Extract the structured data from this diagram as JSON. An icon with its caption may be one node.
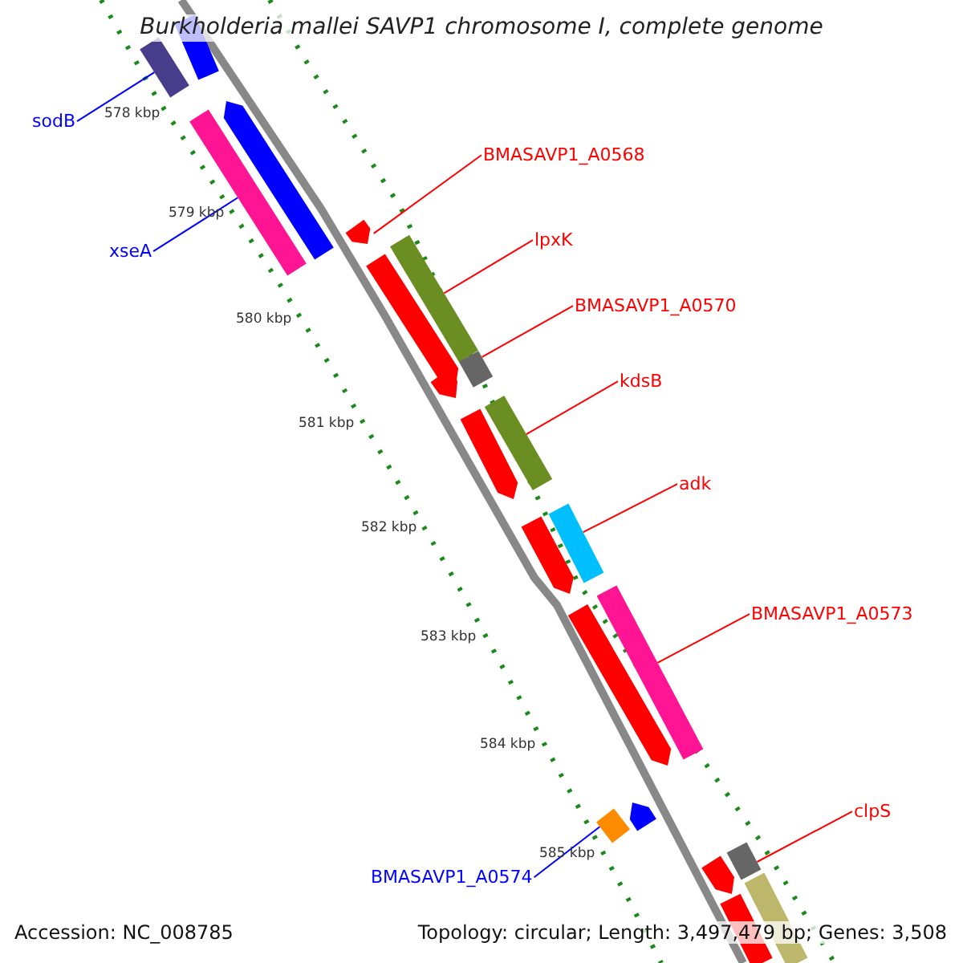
{
  "diagram": {
    "title": "Burkholderia mallei SAVP1 chromosome I, complete genome",
    "nodes": [
      {
        "text": [
          "sodB"
        ]
      },
      {
        "text": [
          "xseA"
        ]
      },
      {
        "text": [
          "BMASAVP1_A0568"
        ]
      },
      {
        "text": [
          "lpxK"
        ]
      },
      {
        "text": [
          "BMASAVP1_A0570"
        ]
      },
      {
        "text": [
          "kdsB"
        ]
      },
      {
        "text": [
          "adk"
        ]
      },
      {
        "text": [
          "BMASAVP1_A0573"
        ]
      },
      {
        "text": [
          "clpS"
        ]
      },
      {
        "text": [
          "BMASAVP1_A0574"
        ]
      },
      {
        "text": [],
        "shape": "bar"
      },
      {
        "text": [],
        "shape": "bar"
      },
      {
        "text": [],
        "shape": "bar"
      },
      {
        "text": [],
        "shape": "bar"
      },
      {
        "text": [],
        "shape": "bar"
      },
      {
        "text": [],
        "shape": "bar"
      },
      {
        "text": [],
        "shape": "bar"
      },
      {
        "text": [],
        "shape": "bar"
      },
      {
        "text": [],
        "shape": "bar"
      },
      {
        "text": [],
        "shape": "bar"
      },
      {
        "text": [],
        "shape": "bar"
      },
      {
        "text": [],
        "shape": "bar"
      },
      {
        "text": [],
        "shape": "bar"
      },
      {
        "text": [],
        "shape": "bar"
      },
      {
        "text": [],
        "shape": "bar"
      },
      {
        "text": [],
        "shape": "bar"
      },
      {
        "text": [],
        "shape": "bar"
      },
      {
        "text": [],
        "shape": "bar"
      },
      {
        "text": [],
        "shape": "bar"
      },
      {
        "text": [],
        "shape": "bar"
      },
      {
        "text": [],
        "shape": "bar"
      }
    ],
    "edges": [
      {
        "from": 0,
        "to": 10,
        "arrow": "none",
        "color": "#0000ff"
      },
      {
        "from": 1,
        "to": 12,
        "arrow": "none",
        "color": "#0000ff"
      },
      {
        "from": 2,
        "to": 14,
        "arrow": "none"
      },
      {
        "from": 3,
        "to": 16,
        "arrow": "none"
      },
      {
        "from": 4,
        "to": 17,
        "arrow": "none"
      },
      {
        "from": 5,
        "to": 20,
        "arrow": "none"
      },
      {
        "from": 6,
        "to": 22,
        "arrow": "none"
      },
      {
        "from": 7,
        "to": 24,
        "arrow": "none"
      },
      {
        "from": 8,
        "to": 29,
        "arrow": "none"
      },
      {
        "from": 9,
        "to": 25,
        "arrow": "none",
        "color": "#0000ff"
      }
    ],
    "labels": [
      "578 kbp",
      "579 kbp",
      "580 kbp",
      "581 kbp",
      "582 kbp",
      "583 kbp",
      "584 kbp",
      "585 kbp",
      "Accession: NC_008785",
      "Topology: circular; Length: 3,497,479 bp; Genes: 3,508"
    ]
  }
}
